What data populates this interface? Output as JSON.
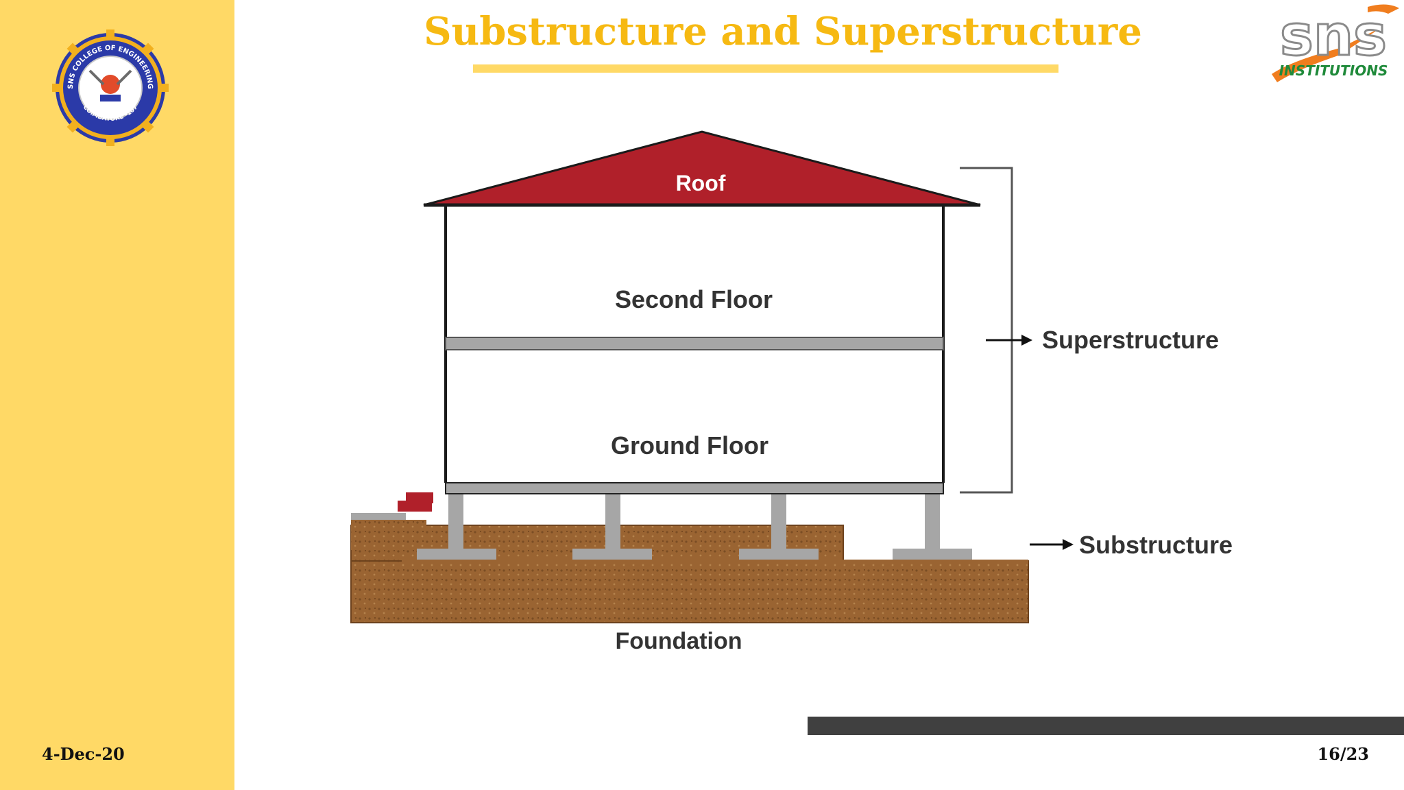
{
  "slide": {
    "title": "Substructure and Superstructure",
    "date": "4-Dec-20",
    "page": "16/23"
  },
  "college_logo": {
    "ring_text": "SNS COLLEGE OF ENGINEERING",
    "bottom_text": "COIMBATORE -107"
  },
  "sns_logo": {
    "text": "sns",
    "subtext": "INSTITUTIONS"
  },
  "diagram": {
    "roof_label": "Roof",
    "second_floor_label": "Second Floor",
    "ground_floor_label": "Ground Floor",
    "superstructure_label": "Superstructure",
    "substructure_label": "Substructure",
    "foundation_label": "Foundation"
  },
  "colors": {
    "sidebar": "#ffd966",
    "title": "#f6b912",
    "roof": "#b0202a",
    "soil": "#9a6432",
    "concrete": "#a6a6a6",
    "footer_bar": "#404040"
  }
}
